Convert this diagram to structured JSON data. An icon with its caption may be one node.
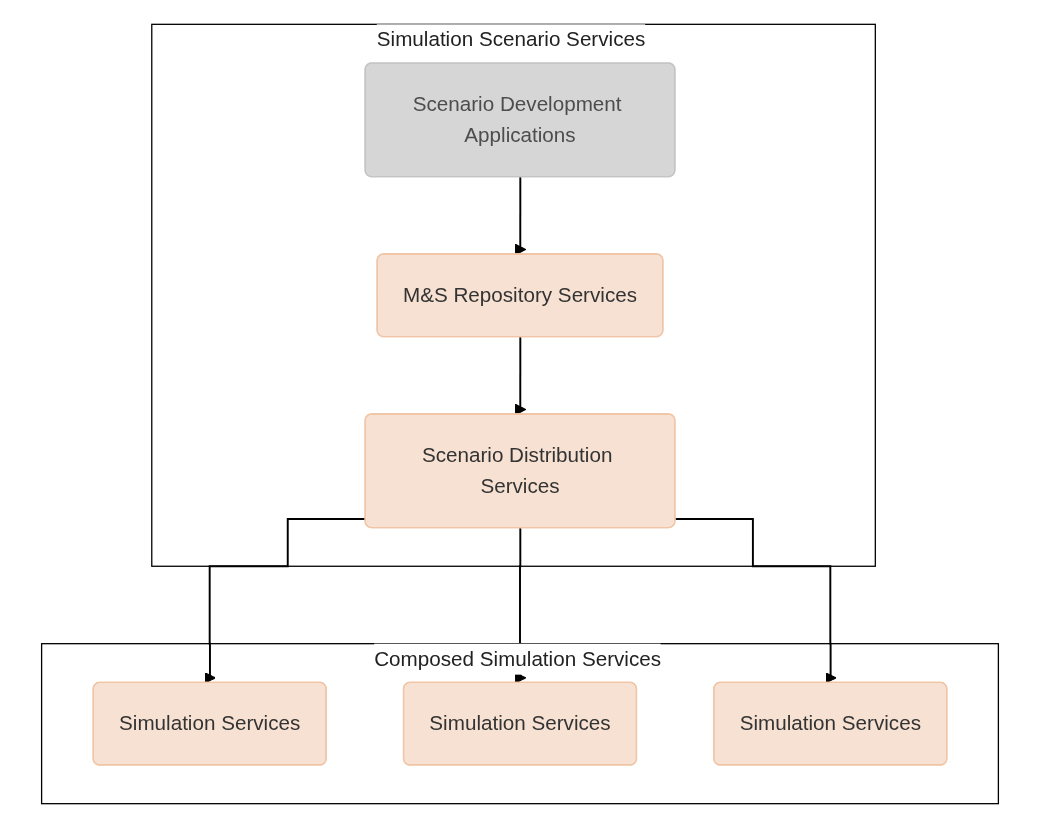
{
  "diagram": {
    "nodes": [
      {
        "text": [
          "Simulation Scenario Services"
        ]
      },
      {
        "text": [
          "Scenario Development Applications"
        ],
        "in": 0
      },
      {
        "text": [
          "M&S Repository Services"
        ],
        "in": 0
      },
      {
        "text": [
          "Scenario Distribution Services"
        ],
        "in": 0
      },
      {
        "text": [
          "Composed Simulation Services"
        ]
      },
      {
        "text": [
          "Simulation Services"
        ],
        "in": 4
      },
      {
        "text": [
          "Simulation Services"
        ],
        "in": 4
      },
      {
        "text": [
          "Simulation Services"
        ],
        "in": 4
      }
    ],
    "edges": [
      {
        "from": 1,
        "to": 2,
        "arrow": "to"
      },
      {
        "from": 2,
        "to": 3,
        "arrow": "to"
      },
      {
        "from": 3,
        "to": 5,
        "arrow": "to"
      },
      {
        "from": 3,
        "to": 6,
        "arrow": "to"
      },
      {
        "from": 3,
        "to": 7,
        "arrow": "to"
      }
    ]
  }
}
